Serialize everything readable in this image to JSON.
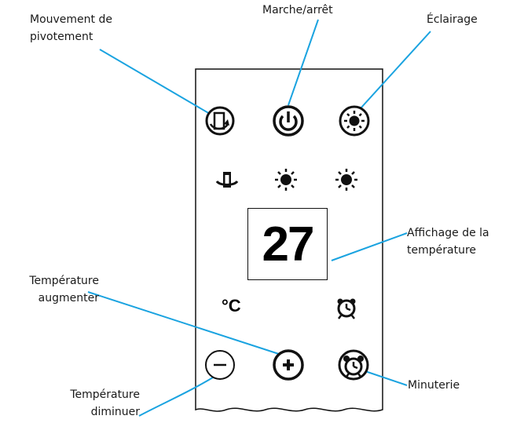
{
  "labels": {
    "swing": [
      "Mouvement de",
      "pivotement"
    ],
    "power": "Marche/arrêt",
    "light": "Éclairage",
    "display": [
      "Affichage de la",
      "température"
    ],
    "temp_up": [
      "Température",
      "augmenter"
    ],
    "temp_down": [
      "Température",
      "diminuer"
    ],
    "timer": "Minuterie"
  },
  "display": {
    "temperature": "27",
    "unit": "°C"
  },
  "colors": {
    "callout_line": "#1aa3e0",
    "panel_stroke": "#111111",
    "icon_fill": "#111111"
  },
  "icons": {
    "row1": [
      "swing-icon",
      "power-icon",
      "light-icon"
    ],
    "row2": [
      "swing-indicator-icon",
      "light-low-indicator-icon",
      "light-high-indicator-icon"
    ],
    "row4": [
      "minus-icon",
      "plus-icon",
      "alarm-clock-icon"
    ],
    "row3": [
      "celsius-indicator",
      "alarm-clock-indicator-icon"
    ]
  }
}
